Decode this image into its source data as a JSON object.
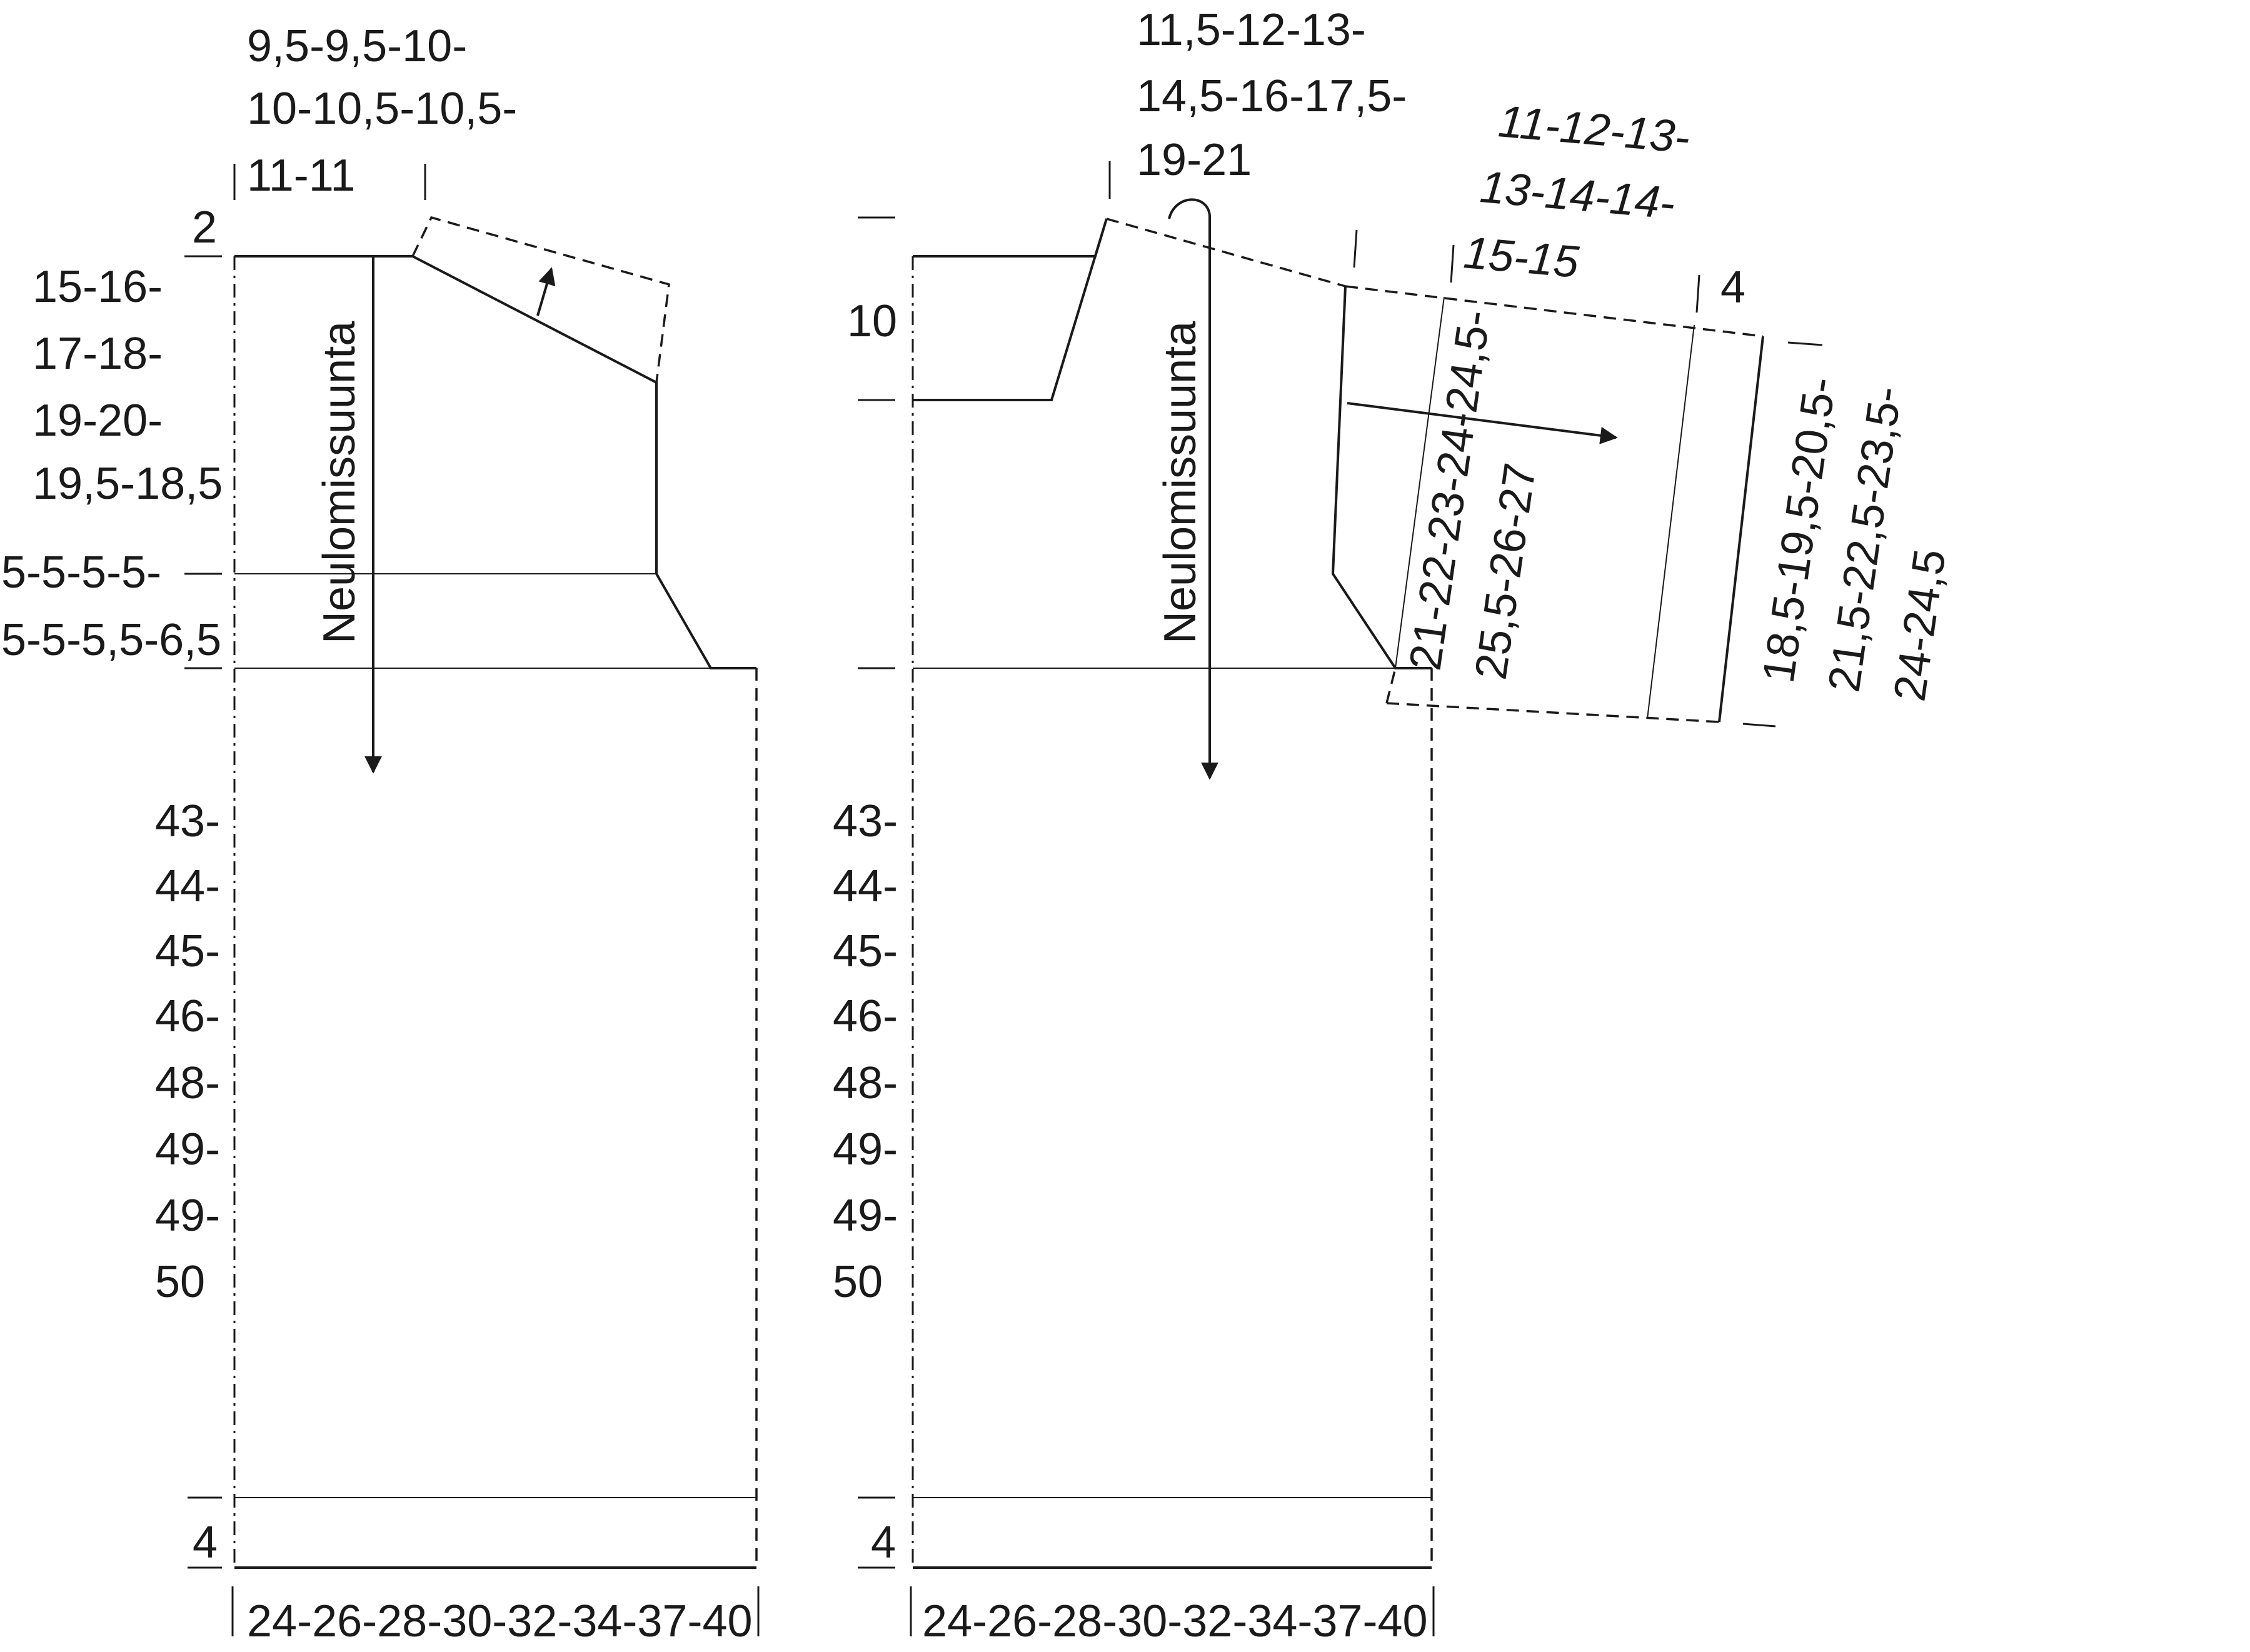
{
  "back_piece": {
    "neck_width": [
      "9,5-9,5-10-",
      "10-10,5-10,5-",
      "11-11"
    ],
    "neck_depth": "2",
    "armhole_depth": [
      "15-16-",
      "17-18-",
      "19-20-",
      "19,5-18,5"
    ],
    "armhole_shaping": [
      "5-5-5-5-",
      "5-5-5,5-6,5"
    ],
    "body_length": [
      "43-",
      "44-",
      "45-",
      "46-",
      "48-",
      "49-",
      "49-",
      "50"
    ],
    "hem": "4",
    "width": "24-26-28-30-32-34-37-40",
    "knitting_direction": "Neulomissuunta"
  },
  "front_piece": {
    "collar_width": [
      "11,5-12-13-",
      "14,5-16-17,5-",
      "19-21"
    ],
    "collar_depth": "10",
    "body_length": [
      "43-",
      "44-",
      "45-",
      "46-",
      "48-",
      "49-",
      "49-",
      "50"
    ],
    "hem": "4",
    "width": "24-26-28-30-32-34-37-40",
    "knitting_direction": "Neulomissuunta"
  },
  "sleeve": {
    "length": [
      "11-12-13-",
      "13-14-14-",
      "15-15"
    ],
    "cuff": "4",
    "top_width": [
      "21-22-23-24-24,5-",
      "25,5-26-27"
    ],
    "bottom_width": [
      "18,5-19,5-20,5-",
      "21,5-22,5-23,5-",
      "24-24,5"
    ]
  },
  "colors": {
    "line": "#1a1a1a",
    "background": "#ffffff"
  }
}
